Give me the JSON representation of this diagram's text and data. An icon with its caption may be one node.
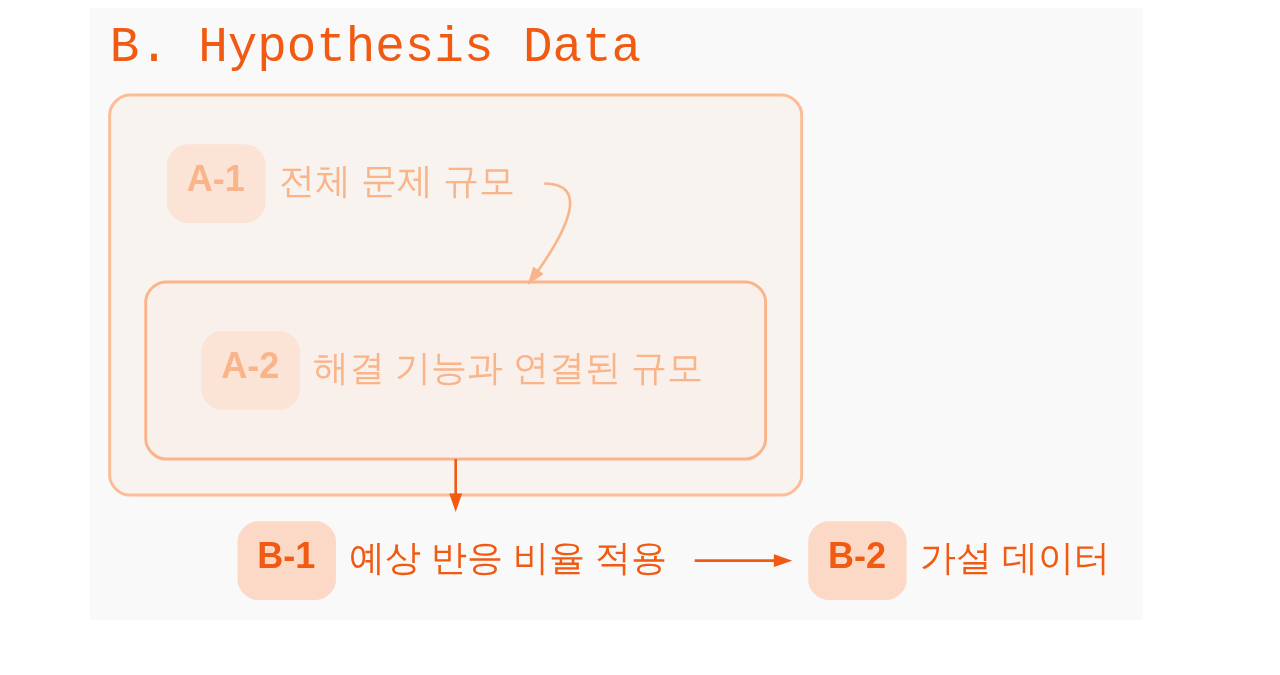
{
  "diagram": {
    "title": "B. Hypothesis Data",
    "nodes": [
      {
        "text": [],
        "shape": "box"
      },
      {
        "text": [
          "A-1"
        ],
        "beside": [
          "전체 문제 규모"
        ],
        "in": 0
      },
      {
        "text": [],
        "shape": "box",
        "in": 0
      },
      {
        "text": [
          "A-2"
        ],
        "beside": [
          "해결 기능과 연결된 규모"
        ],
        "in": 2
      },
      {
        "text": [
          "B-1"
        ],
        "beside": [
          "예상 반응 비율 적용"
        ]
      },
      {
        "text": [
          "B-2"
        ],
        "beside": [
          "가설 데이터"
        ]
      }
    ],
    "edges": [
      {
        "from": 1,
        "to": 2,
        "arrow": "to",
        "color": "#f9b48a"
      },
      {
        "from": 2,
        "to": 4,
        "arrow": "to"
      },
      {
        "from": 4,
        "to": 5,
        "arrow": "to"
      }
    ]
  }
}
